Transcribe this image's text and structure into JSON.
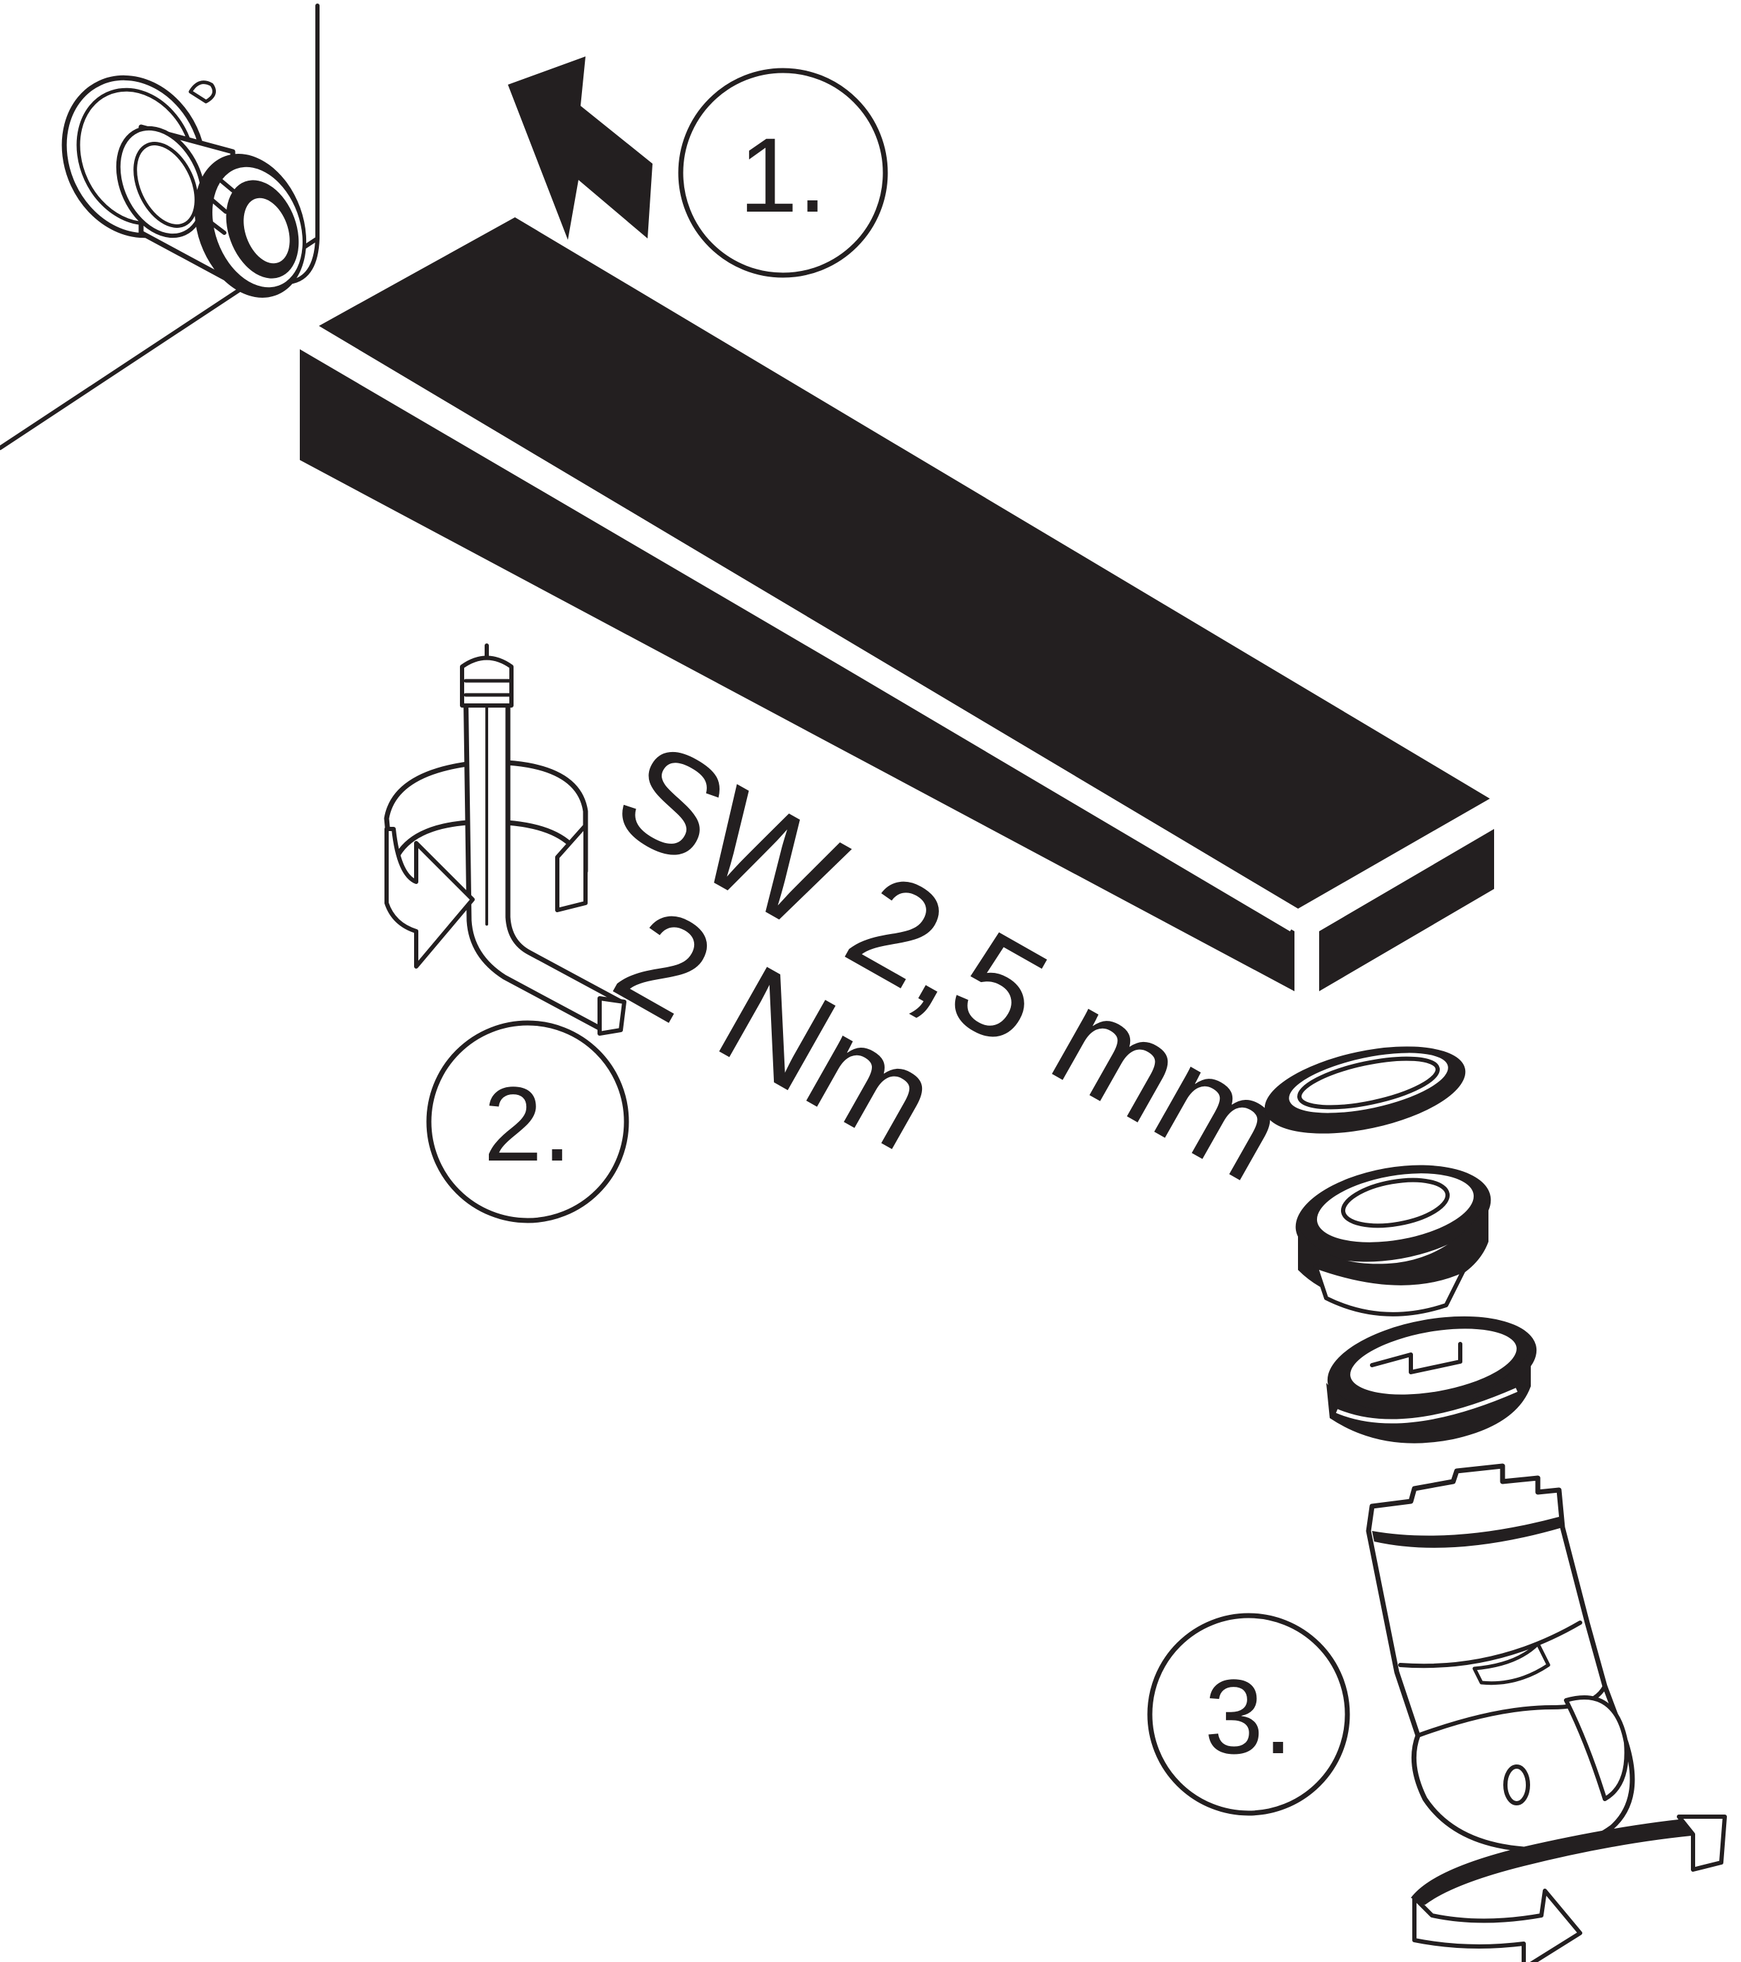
{
  "steps": [
    {
      "label": "1."
    },
    {
      "label": "2."
    },
    {
      "label": "3."
    }
  ],
  "tool": {
    "size": "SW 2,5 mm",
    "torque": "2 Nm"
  },
  "colors": {
    "ink": "#231f20",
    "paper": "#ffffff"
  },
  "icons": {
    "arrow": "push-arrow-icon",
    "hex_key": "hex-key-icon",
    "rotation": "rotation-arrow-icon"
  }
}
